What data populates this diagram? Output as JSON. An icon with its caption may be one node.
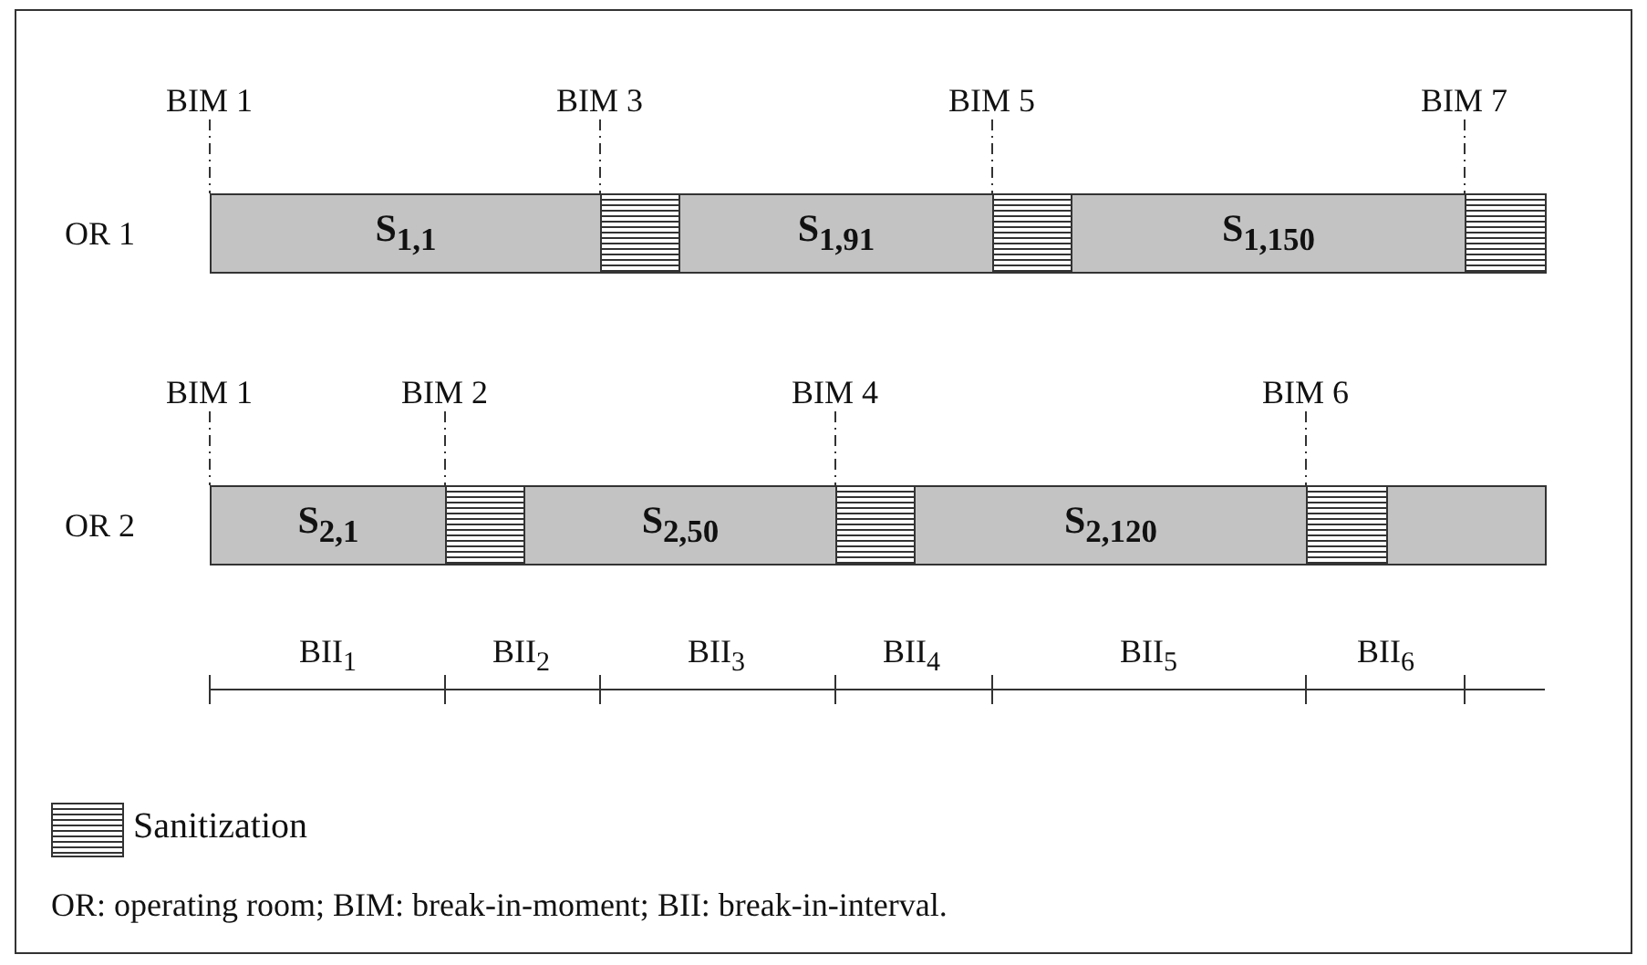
{
  "diagram": {
    "nodes": [
      {
        "text": [
          "S$_{1,1}$"
        ]
      },
      {
        "text": [],
        "shape": "box"
      },
      {
        "text": [
          "S$_{1,91}$"
        ]
      },
      {
        "text": [],
        "shape": "box"
      },
      {
        "text": [
          "S$_{1,150}$"
        ]
      },
      {
        "text": [],
        "shape": "box"
      },
      {
        "text": [
          "S$_{2,1}$"
        ]
      },
      {
        "text": [],
        "shape": "box"
      },
      {
        "text": [
          "S$_{2,50}$"
        ]
      },
      {
        "text": [],
        "shape": "box"
      },
      {
        "text": [
          "S$_{2,120}$"
        ]
      },
      {
        "text": [],
        "shape": "box"
      },
      {
        "text": [],
        "shape": "bar"
      },
      {
        "text": [
          "BIM 1"
        ]
      },
      {
        "text": [
          "BIM 3"
        ]
      },
      {
        "text": [
          "BIM 5"
        ]
      },
      {
        "text": [
          "BIM 7"
        ]
      },
      {
        "text": [
          "BIM 1"
        ]
      },
      {
        "text": [
          "BIM 2"
        ]
      },
      {
        "text": [
          "BIM 4"
        ]
      },
      {
        "text": [
          "BIM 6"
        ]
      }
    ],
    "edges": [
      {
        "from": 13,
        "to": 0,
        "arrow": "none",
        "style": "dashed"
      },
      {
        "from": 14,
        "to": 1,
        "arrow": "none",
        "style": "dashed"
      },
      {
        "from": 15,
        "to": 3,
        "arrow": "none",
        "style": "dashed"
      },
      {
        "from": 16,
        "to": 5,
        "arrow": "none",
        "style": "dashed"
      },
      {
        "from": 17,
        "to": 6,
        "arrow": "none",
        "style": "dashed"
      },
      {
        "from": 18,
        "to": 7,
        "arrow": "none",
        "style": "dashed"
      },
      {
        "from": 19,
        "to": 9,
        "arrow": "none",
        "style": "dashed"
      },
      {
        "from": 20,
        "to": 11,
        "arrow": "none",
        "style": "dashed"
      }
    ],
    "labels": [
      "OR 1",
      "OR 2",
      "BII$_{1}$",
      "BII$_{2}$",
      "BII$_{3}$",
      "BII$_{4}$",
      "BII$_{5}$",
      "BII$_{6}$"
    ],
    "legend": [
      {
        "text": "Sanitization"
      }
    ],
    "caption": "OR: operating room; BIM: break-in-moment; BII: break-in-interval."
  }
}
